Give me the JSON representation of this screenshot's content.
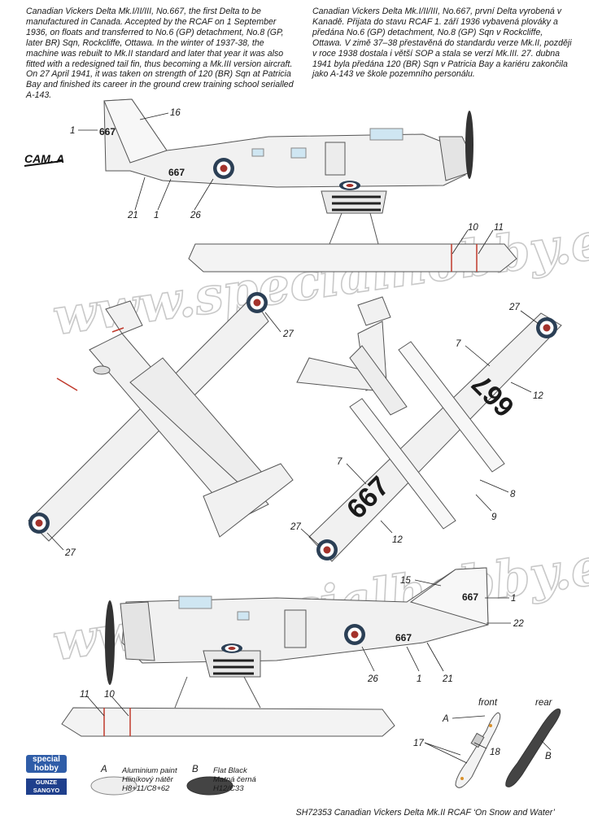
{
  "description": {
    "en": "Canadian Vickers Delta Mk.I/II/III, No.667, the first Delta to be manufactured in Canada. Accepted by the RCAF on 1 September 1936, on floats and transferred to No.6 (GP) detachment, No.8 (GP, later BR) Sqn, Rockcliffe, Ottawa. In the winter of 1937-38, the machine was rebuilt to Mk.II standard and later that year it was also fitted with a redesigned tail fin, thus becoming a Mk.III version aircraft. On 27 April 1941, it was taken on strength of 120 (BR) Sqn at Patricia Bay and finished its career in the ground crew training school serialled A-143.",
    "cz": "Canadian Vickers Delta Mk.I/II/III, No.667, první Delta vyrobená v Kanadě. Přijata do stavu RCAF 1. září 1936 vybavená plováky a předána No.6 (GP) detachment, No.8 (GP) Sqn v Rockcliffe, Ottawa. V zimě 37–38 přesta­věná do standardu verze Mk.II, později v roce 1938 dostala i větší SOP a stala se verzí Mk.III. 27. dubna 1941 byla předána 120 (BR) Sqn v Patricia Bay a kariéru zakončila jako A-143 ve škole pozemního personálu."
  },
  "scheme_label": "CAM. A",
  "registration": "667",
  "watermark": "www.specialhobby.eu",
  "callouts": {
    "side_top": [
      "1",
      "16",
      "21",
      "1",
      "26",
      "10",
      "11"
    ],
    "plan_left": [
      "27",
      "27"
    ],
    "plan_right": [
      "27",
      "7",
      "12",
      "7",
      "12",
      "8",
      "9",
      "27"
    ],
    "side_bottom": [
      "15",
      "1",
      "22",
      "26",
      "1",
      "21",
      "11",
      "10"
    ],
    "propeller": [
      "A",
      "17",
      "18",
      "B"
    ]
  },
  "propeller": {
    "front_label": "front",
    "rear_label": "rear"
  },
  "legend": [
    {
      "letter": "A",
      "text": "Aluminium paint\nHliníkový nátěr\nH8+11/C8+62",
      "color": "#eeeeee"
    },
    {
      "letter": "B",
      "text": "Flat Black\nMatná černá\nH12/C33",
      "color": "#444444"
    }
  ],
  "brands": {
    "special": "special\nhobby",
    "gunze": "GUNZE\nSANGYO"
  },
  "footer": "SH72353  Canadian Vickers Delta Mk.II RCAF ‘On Snow and Water’",
  "colors": {
    "aluminium": "#efefef",
    "black": "#2b2b2b",
    "roundel_blue": "#2b3f55",
    "roundel_red": "#a3322b",
    "line_red": "#c0392b"
  }
}
